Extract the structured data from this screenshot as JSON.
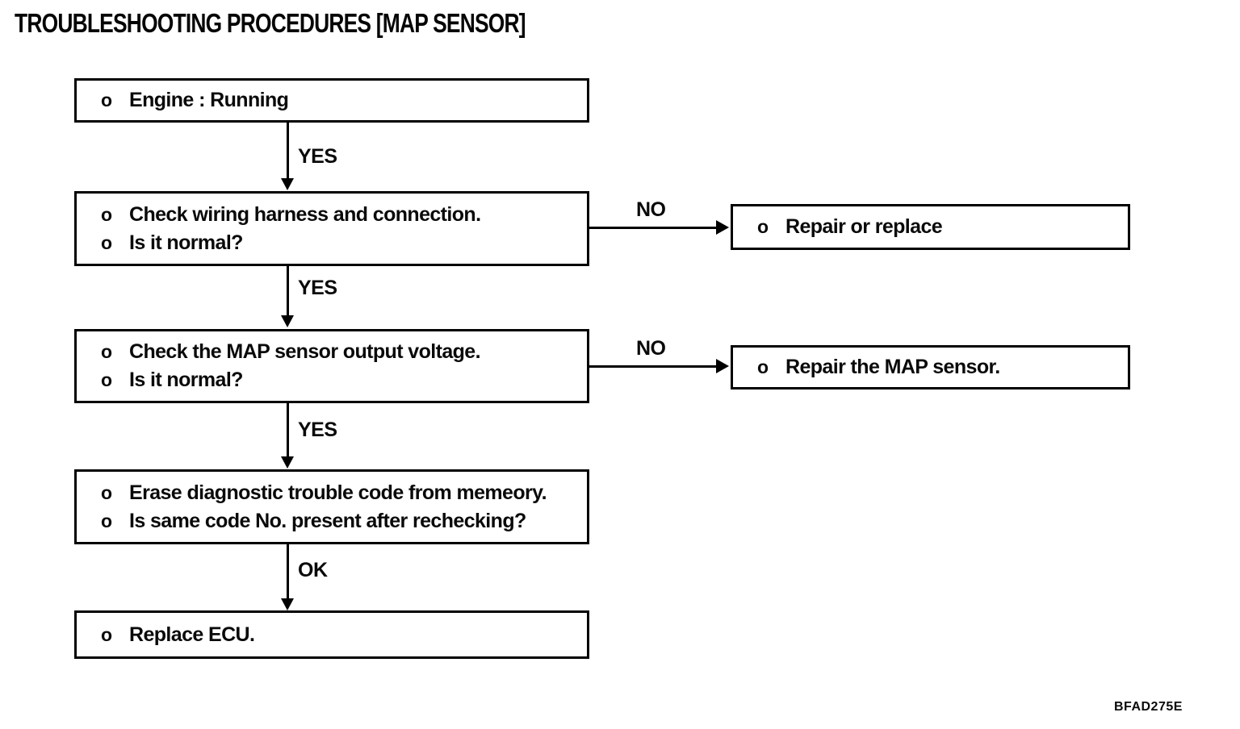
{
  "page": {
    "title": "TROUBLESHOOTING PROCEDURES [MAP SENSOR]",
    "figure_code": "BFAD275E",
    "bullet": "o"
  },
  "flow": {
    "steps": [
      {
        "lines": [
          "Engine : Running"
        ]
      },
      {
        "lines": [
          "Check wiring harness and connection.",
          "Is it normal?"
        ]
      },
      {
        "lines": [
          "Check the MAP sensor output voltage.",
          "Is it normal?"
        ]
      },
      {
        "lines": [
          "Erase diagnostic trouble code from memeory.",
          "Is same code No. present after rechecking?"
        ]
      },
      {
        "lines": [
          "Replace ECU."
        ]
      }
    ],
    "results": [
      {
        "lines": [
          "Repair or replace"
        ]
      },
      {
        "lines": [
          "Repair the MAP sensor."
        ]
      }
    ],
    "connectors": {
      "yes1": "YES",
      "no1": "NO",
      "yes2": "YES",
      "no2": "NO",
      "yes3": "YES",
      "ok": "OK"
    }
  }
}
